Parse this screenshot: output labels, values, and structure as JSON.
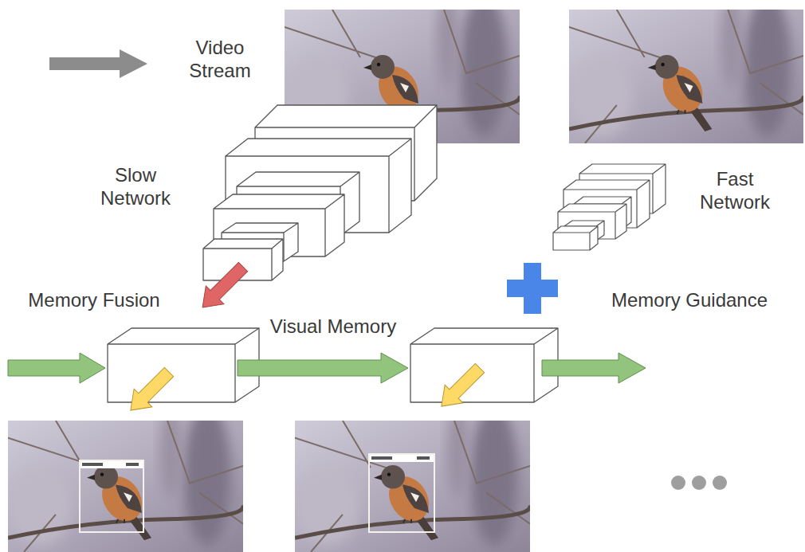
{
  "diagram": {
    "labels": [
      "Video Stream",
      "Slow Network",
      "Fast Network",
      "Memory Fusion",
      "Memory Guidance",
      "Visual Memory"
    ]
  }
}
